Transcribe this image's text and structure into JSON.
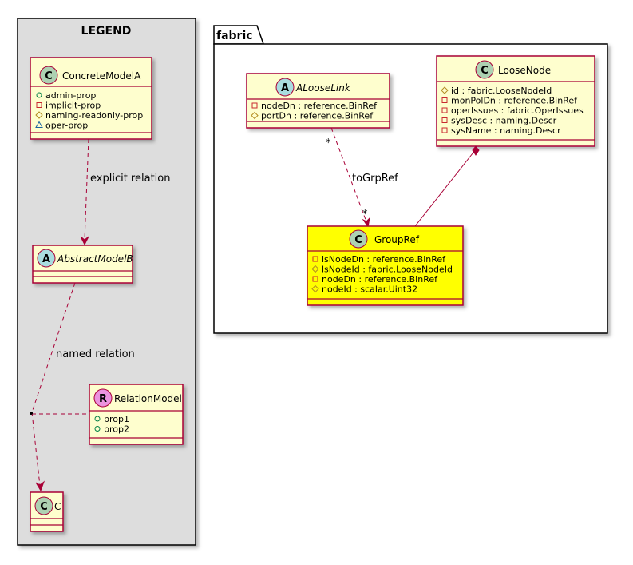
{
  "colors": {
    "class_fill": "#FEFECE",
    "class_border": "#A80036",
    "highlight_fill": "#FFFF00",
    "legend_fill": "#DDDDDD",
    "circle_class": "#ADD1B2",
    "circle_abstract": "#A9DCDF",
    "circle_relation": "#EB93DF"
  },
  "legend": {
    "title": "LEGEND",
    "concrete": {
      "name": "ConcreteModelA",
      "badge": "C",
      "attrs": [
        {
          "vis": "+",
          "text": "admin-prop"
        },
        {
          "vis": "-",
          "text": "implicit-prop"
        },
        {
          "vis": "#",
          "text": "naming-readonly-prop"
        },
        {
          "vis": "~",
          "text": "oper-prop"
        }
      ]
    },
    "abstract": {
      "name": "AbstractModelB",
      "badge": "A"
    },
    "relation_model": {
      "name": "RelationModel",
      "badge": "R",
      "attrs": [
        {
          "vis": "+",
          "text": "prop1"
        },
        {
          "vis": "+",
          "text": "prop2"
        }
      ]
    },
    "c": {
      "name": "C",
      "badge": "C"
    },
    "explicit_label": "explicit relation",
    "named_label": "named relation"
  },
  "fabric": {
    "title": "fabric",
    "aloose": {
      "name": "ALooseLink",
      "badge": "A",
      "attrs": [
        {
          "vis": "-",
          "text": "nodeDn : reference.BinRef"
        },
        {
          "vis": "#",
          "text": "portDn : reference.BinRef"
        }
      ]
    },
    "loosenode": {
      "name": "LooseNode",
      "badge": "C",
      "attrs": [
        {
          "vis": "#",
          "text": "id : fabric.LooseNodeId"
        },
        {
          "vis": "-",
          "text": "monPolDn : reference.BinRef"
        },
        {
          "vis": "-",
          "text": "operIssues : fabric.OperIssues"
        },
        {
          "vis": "-",
          "text": "sysDesc : naming.Descr"
        },
        {
          "vis": "-",
          "text": "sysName : naming.Descr"
        }
      ]
    },
    "groupref": {
      "name": "GroupRef",
      "badge": "C",
      "attrs": [
        {
          "vis": "-",
          "text": "lsNodeDn : reference.BinRef"
        },
        {
          "vis": "#",
          "text": "lsNodeId : fabric.LooseNodeId"
        },
        {
          "vis": "-",
          "text": "nodeDn : reference.BinRef"
        },
        {
          "vis": "#",
          "text": "nodeId : scalar.Uint32"
        }
      ]
    },
    "toGrpRef_label": "toGrpRef",
    "mult_source": "*",
    "mult_target": "*"
  }
}
